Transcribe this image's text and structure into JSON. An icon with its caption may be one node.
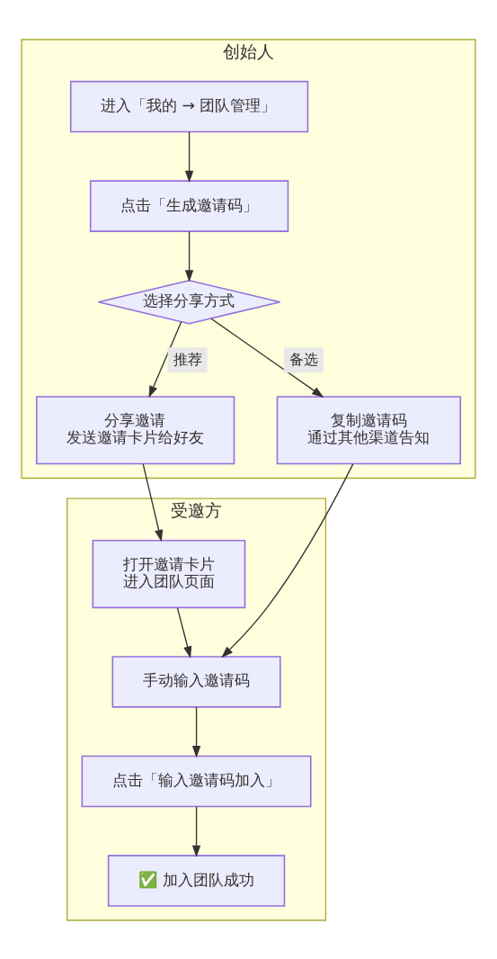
{
  "diagram": {
    "nodes": [
      {
        "text": [
          "创始人"
        ]
      },
      {
        "text": [
          "进入「我的 → 团队管理」"
        ],
        "in": 0
      },
      {
        "text": [
          "点击「生成邀请码」"
        ],
        "in": 0
      },
      {
        "text": [
          "选择分享方式"
        ],
        "in": 0
      },
      {
        "text": [
          "分享邀请",
          "发送邀请卡片给好友"
        ],
        "in": 0
      },
      {
        "text": [
          "复制邀请码",
          "通过其他渠道告知"
        ],
        "in": 0
      },
      {
        "text": [
          "受邀方"
        ]
      },
      {
        "text": [
          "打开邀请卡片",
          "进入团队页面"
        ],
        "in": 6
      },
      {
        "text": [
          "手动输入邀请码"
        ],
        "in": 6
      },
      {
        "text": [
          "点击「输入邀请码加入」"
        ],
        "in": 6
      },
      {
        "text": [
          "✅ 加入团队成功"
        ],
        "in": 6
      }
    ],
    "edges": [
      {
        "from": 1,
        "to": 2,
        "arrow": "to"
      },
      {
        "from": 2,
        "to": 3,
        "arrow": "to"
      },
      {
        "from": 3,
        "to": 4,
        "arrow": "to",
        "label": "推荐"
      },
      {
        "from": 3,
        "to": 5,
        "arrow": "to",
        "label": "备选"
      },
      {
        "from": 4,
        "to": 7,
        "arrow": "to"
      },
      {
        "from": 5,
        "to": 8,
        "arrow": "to"
      },
      {
        "from": 7,
        "to": 8,
        "arrow": "to"
      },
      {
        "from": 8,
        "to": 9,
        "arrow": "to"
      },
      {
        "from": 9,
        "to": 10,
        "arrow": "to"
      }
    ]
  }
}
